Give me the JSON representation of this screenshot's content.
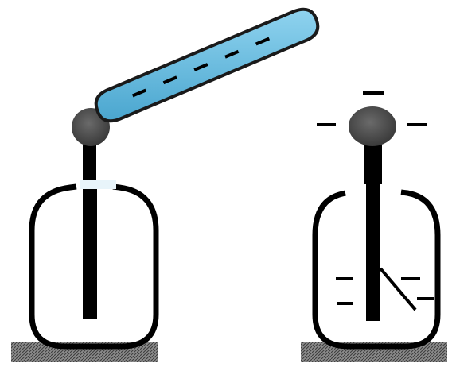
{
  "diagram": {
    "colors": {
      "background": "#ffffff",
      "outline": "#000000",
      "rod": "#000000",
      "knob": "#4a4a4a",
      "base_hatch": "#555555",
      "base_fill": "#8a8a8a",
      "charged_rod_fill": "#5fb8dc",
      "charged_rod_outline": "#1a1a1a"
    },
    "left_electroscope": {
      "label": "",
      "knob_charge_symbols": [],
      "leaf_state": "closed"
    },
    "right_electroscope": {
      "label": "",
      "knob_charge_symbols": [
        "−",
        "−",
        "−"
      ],
      "leaf_state": "diverged",
      "jar_side_charge_symbols": [
        "−",
        "−",
        "−",
        "−"
      ]
    },
    "charged_rod": {
      "label": "",
      "charge_sign": "negative",
      "charge_symbols": [
        "−",
        "−",
        "−",
        "−",
        "−"
      ]
    }
  }
}
